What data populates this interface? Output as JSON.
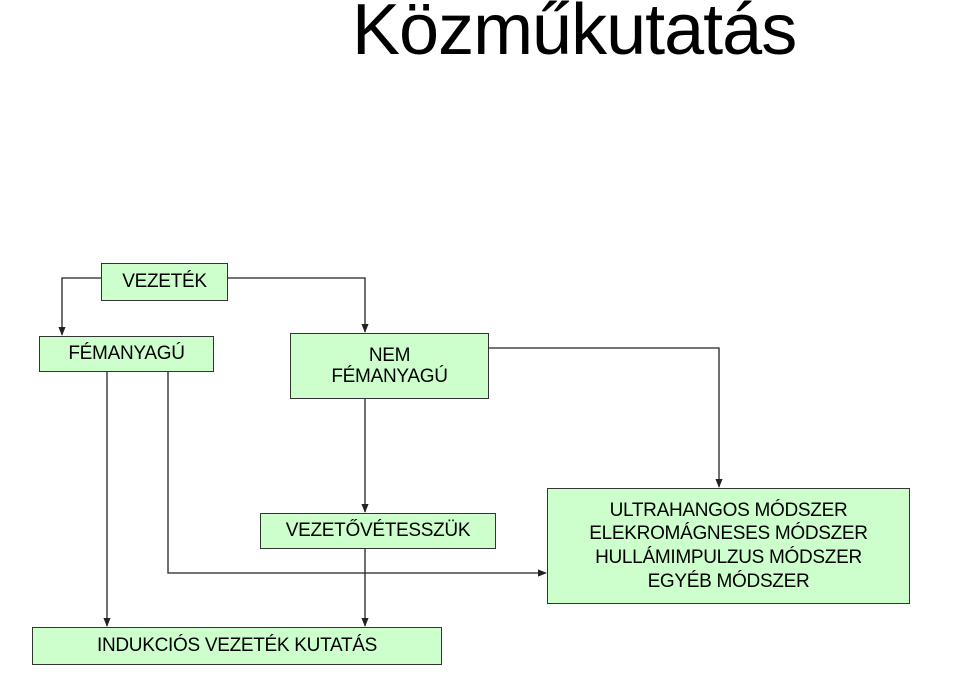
{
  "title": "Közműkutatás",
  "diagram": {
    "nodes": {
      "vezetek": {
        "label": "VEZETÉK"
      },
      "femanyagu": {
        "label": "FÉMANYAGÚ"
      },
      "nem_femanyagu": {
        "lines": [
          "NEM",
          "FÉMANYAGÚ"
        ]
      },
      "vezetovetesszuk": {
        "label": "VEZETŐVÉTESSZÜK"
      },
      "modszerek": {
        "lines": [
          "ULTRAHANGOS MÓDSZER",
          "ELEKROMÁGNESES MÓDSZER",
          "HULLÁMIMPULZUS MÓDSZER",
          "EGYÉB MÓDSZER"
        ]
      },
      "indukcios": {
        "label": "INDUKCIÓS VEZETÉK KUTATÁS"
      }
    },
    "edges": [
      {
        "from": "vezetek",
        "to": "femanyagu"
      },
      {
        "from": "vezetek",
        "to": "nem_femanyagu"
      },
      {
        "from": "nem_femanyagu",
        "to": "modszerek"
      },
      {
        "from": "nem_femanyagu",
        "to": "vezetovetesszuk"
      },
      {
        "from": "vezetovetesszuk",
        "to": "indukcios"
      },
      {
        "from": "femanyagu",
        "to": "indukcios"
      },
      {
        "from": "femanyagu",
        "to": "modszerek"
      }
    ],
    "colors": {
      "box_fill": "#ccffcc",
      "box_border": "#333333",
      "line": "#222222"
    }
  }
}
